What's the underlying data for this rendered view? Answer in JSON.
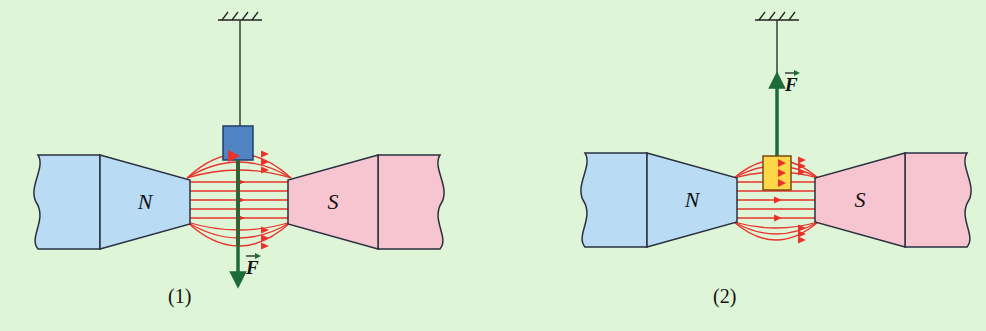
{
  "diagram": {
    "nodes": [
      {
        "text": [
          "N"
        ]
      },
      {
        "text": [
          "S"
        ]
      },
      {
        "text": [
          "N"
        ]
      },
      {
        "text": [
          "S"
        ]
      }
    ],
    "labels": [
      "F",
      "(1)",
      "F",
      "(2)"
    ]
  }
}
